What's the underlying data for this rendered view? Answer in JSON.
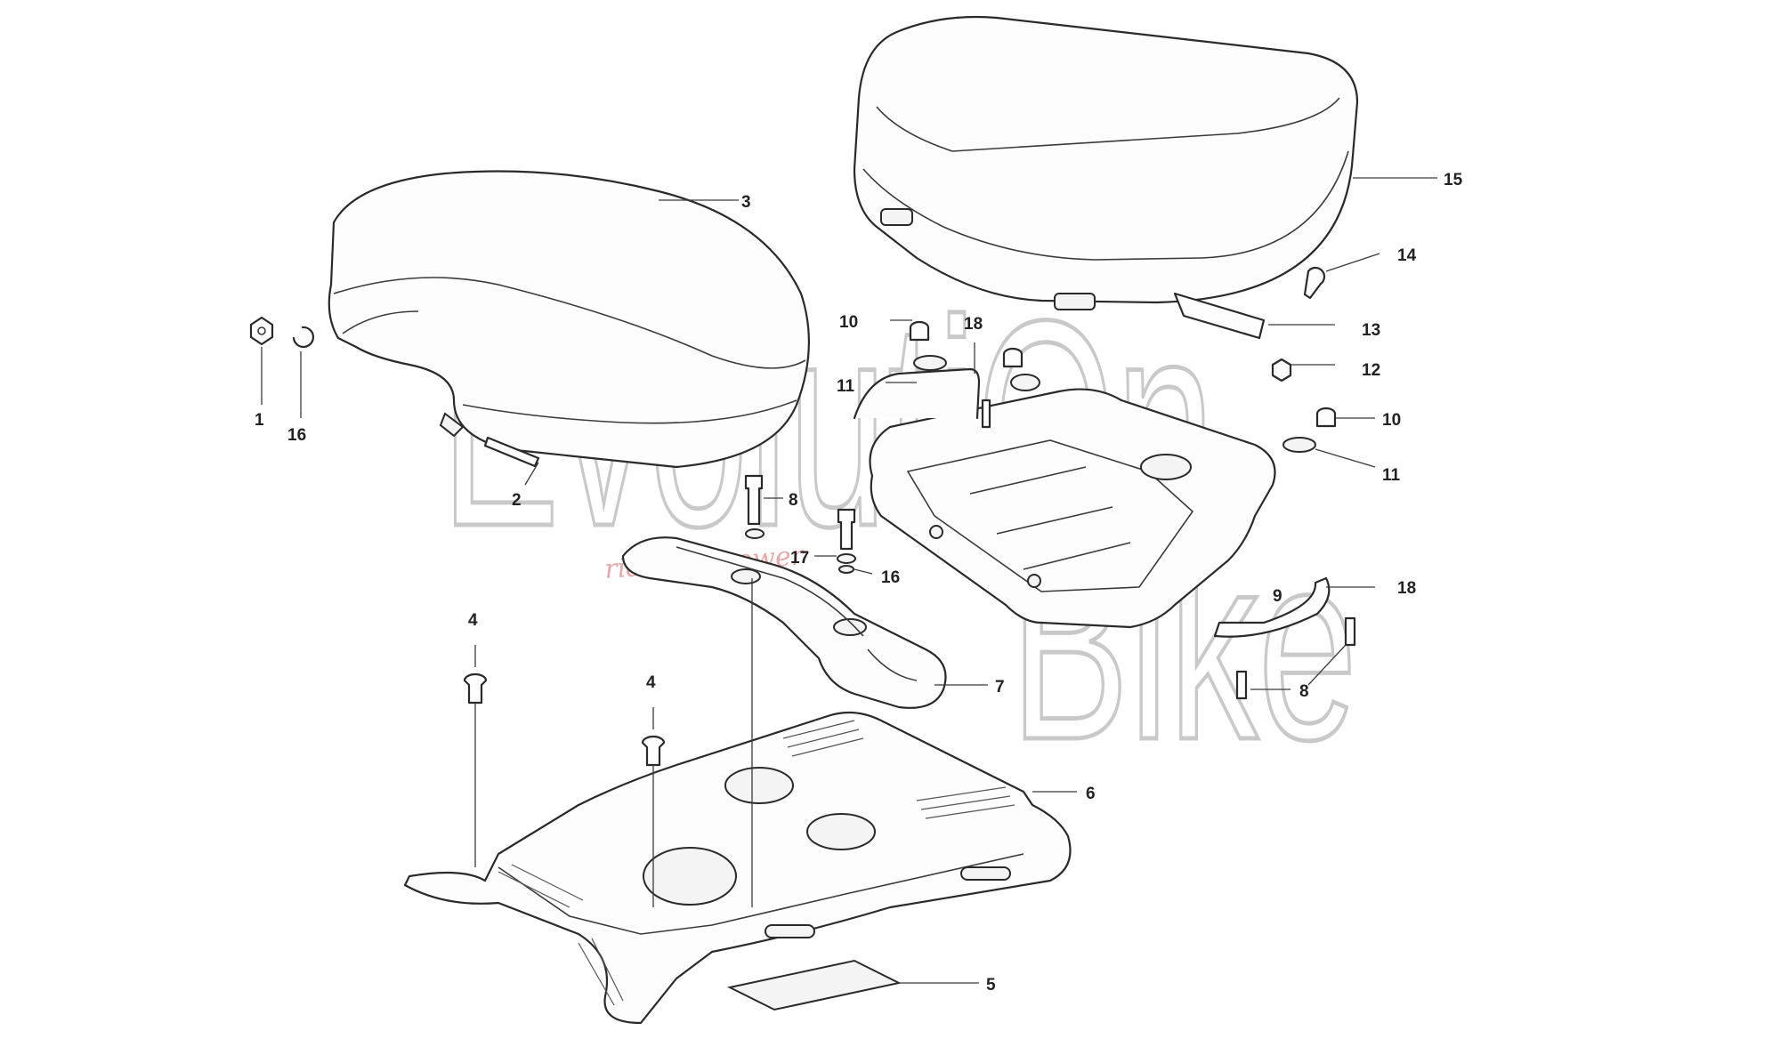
{
  "diagram": {
    "watermark": {
      "brand_line1": "EvolutiOn",
      "brand_line2": "Bike",
      "tagline": "ride the power"
    },
    "callouts": [
      {
        "id": "c1",
        "label": "1"
      },
      {
        "id": "c16a",
        "label": "16"
      },
      {
        "id": "c2",
        "label": "2"
      },
      {
        "id": "c3",
        "label": "3"
      },
      {
        "id": "c15",
        "label": "15"
      },
      {
        "id": "c14",
        "label": "14"
      },
      {
        "id": "c13",
        "label": "13"
      },
      {
        "id": "c12",
        "label": "12"
      },
      {
        "id": "c10a",
        "label": "10"
      },
      {
        "id": "c18a",
        "label": "18"
      },
      {
        "id": "c11a",
        "label": "11"
      },
      {
        "id": "c10b",
        "label": "10"
      },
      {
        "id": "c11b",
        "label": "11"
      },
      {
        "id": "c8a",
        "label": "8"
      },
      {
        "id": "c17",
        "label": "17"
      },
      {
        "id": "c16b",
        "label": "16"
      },
      {
        "id": "c9",
        "label": "9"
      },
      {
        "id": "c18b",
        "label": "18"
      },
      {
        "id": "c8b",
        "label": "8"
      },
      {
        "id": "c7",
        "label": "7"
      },
      {
        "id": "c4a",
        "label": "4"
      },
      {
        "id": "c4b",
        "label": "4"
      },
      {
        "id": "c6",
        "label": "6"
      },
      {
        "id": "c5",
        "label": "5"
      }
    ]
  }
}
